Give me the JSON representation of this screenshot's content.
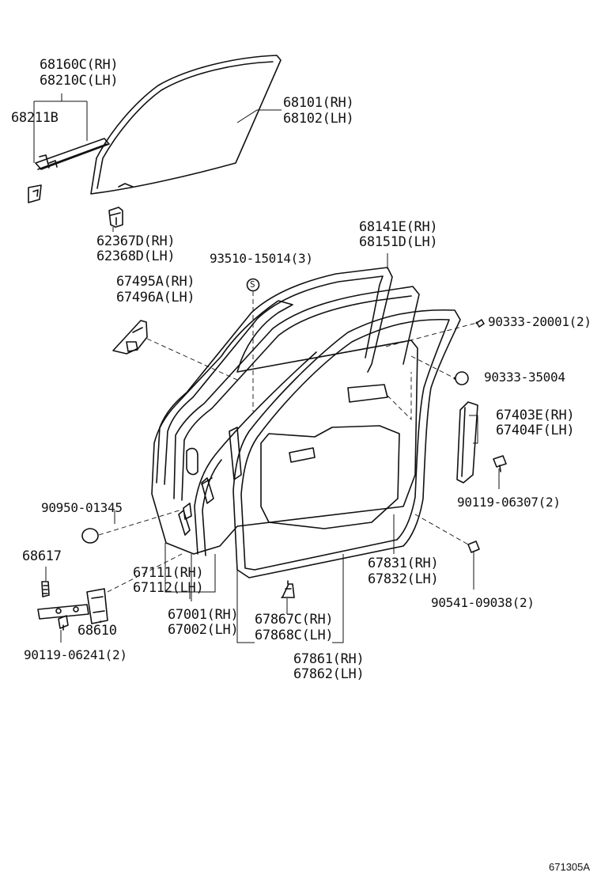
{
  "diagram": {
    "code": "671305A",
    "labels": {
      "l68160_rh": "68160C(RH)",
      "l68210_lh": "68210C(LH)",
      "l68211": "68211B",
      "l68101_rh": "68101(RH)",
      "l68102_lh": "68102(LH)",
      "l62367_rh": "62367D(RH)",
      "l62368_lh": "62368D(LH)",
      "l68141_rh": "68141E(RH)",
      "l68151_lh": "68151D(LH)",
      "l93510": "93510-15014(3)",
      "l67495_rh": "67495A(RH)",
      "l67496_lh": "67496A(LH)",
      "l90333_20001": "90333-20001(2)",
      "l90333_35004": "90333-35004",
      "l67403_rh": "67403E(RH)",
      "l67404_lh": "67404F(LH)",
      "l90119_06307": "90119-06307(2)",
      "l90950": "90950-01345",
      "l68617": "68617",
      "l67111_rh": "67111(RH)",
      "l67112_lh": "67112(LH)",
      "l67831_rh": "67831(RH)",
      "l67832_lh": "67832(LH)",
      "l90541": "90541-09038(2)",
      "l68610": "68610",
      "l67001_rh": "67001(RH)",
      "l67002_lh": "67002(LH)",
      "l67867_rh": "67867C(RH)",
      "l67868_lh": "67868C(LH)",
      "l90119_06241": "90119-06241(2)",
      "l67861_rh": "67861(RH)",
      "l67862_lh": "67862(LH)",
      "screw_mark": "S"
    }
  }
}
